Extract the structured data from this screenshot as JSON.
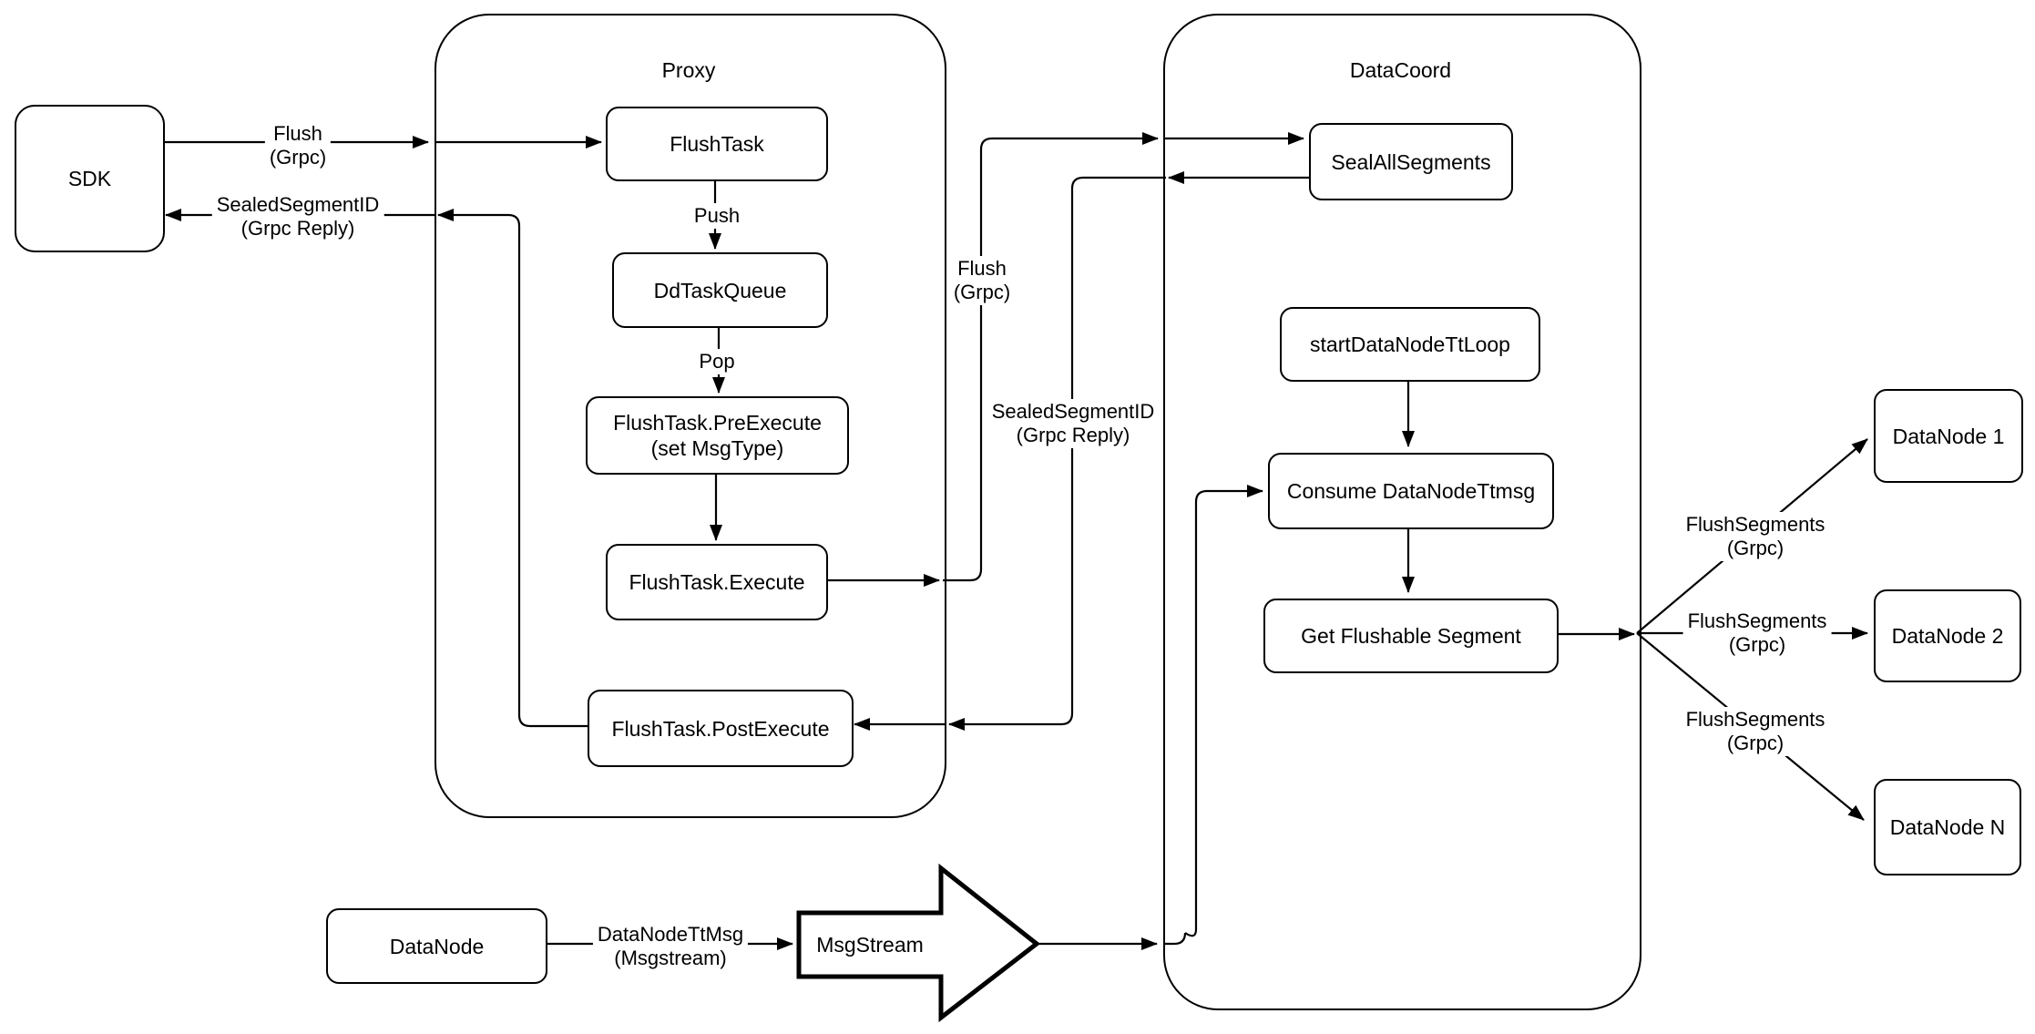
{
  "diagram": {
    "colors": {
      "stroke": "#000000",
      "background": "#ffffff"
    },
    "containers": {
      "proxy": {
        "label": "Proxy"
      },
      "datacoord": {
        "label": "DataCoord"
      }
    },
    "nodes": {
      "sdk": {
        "label": "SDK"
      },
      "flushtask": {
        "label": "FlushTask"
      },
      "ddtaskqueue": {
        "label": "DdTaskQueue"
      },
      "preexecute": {
        "label": "FlushTask.PreExecute\n(set MsgType)"
      },
      "execute": {
        "label": "FlushTask.Execute"
      },
      "postexecute": {
        "label": "FlushTask.PostExecute"
      },
      "sealallsegments": {
        "label": "SealAllSegments"
      },
      "startdatanodettloop": {
        "label": "startDataNodeTtLoop"
      },
      "consume": {
        "label": "Consume DataNodeTtmsg"
      },
      "getflushable": {
        "label": "Get Flushable Segment"
      },
      "datanode1": {
        "label": "DataNode 1"
      },
      "datanode2": {
        "label": "DataNode 2"
      },
      "datanoden": {
        "label": "DataNode N"
      },
      "datanode_bottom": {
        "label": "DataNode"
      },
      "msgstream": {
        "label": "MsgStream"
      }
    },
    "edge_labels": {
      "flush_sdk": "Flush\n(Grpc)",
      "sealed_sdk": "SealedSegmentID\n(Grpc Reply)",
      "push": "Push",
      "pop": "Pop",
      "flush_exec": "Flush\n(Grpc)",
      "sealed_post": "SealedSegmentID\n(Grpc Reply)",
      "flushsegments_1": "FlushSegments\n(Grpc)",
      "flushsegments_2": "FlushSegments\n(Grpc)",
      "flushsegments_n": "FlushSegments\n(Grpc)",
      "datanodettmsg": "DataNodeTtMsg\n(Msgstream)"
    }
  }
}
